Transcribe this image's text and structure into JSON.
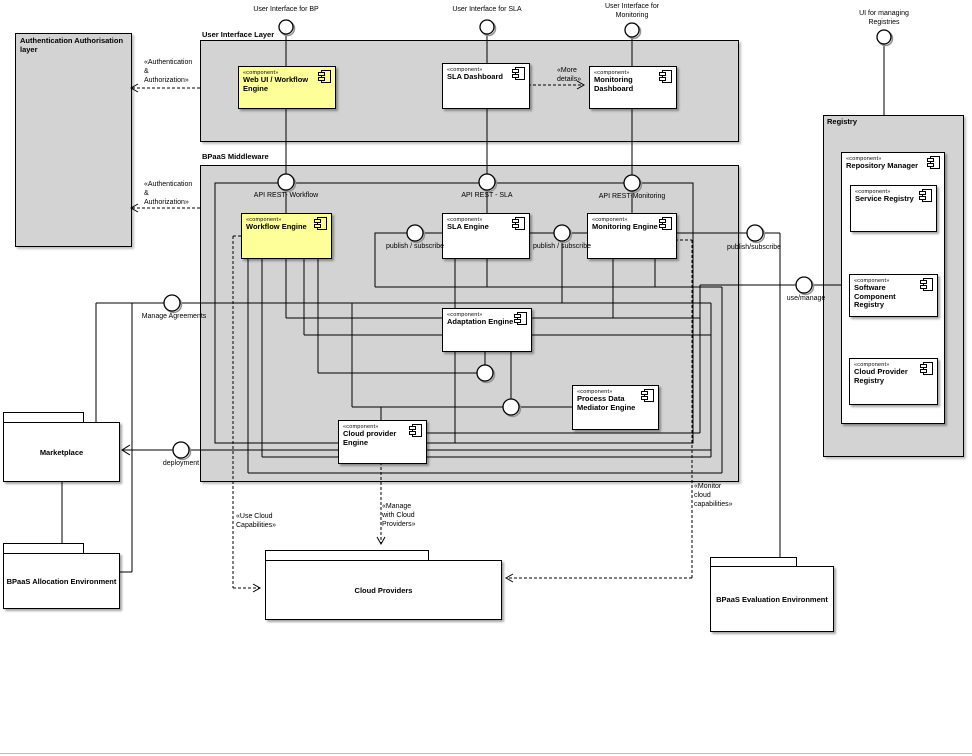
{
  "colors": {
    "component_yellow": "#ffff99",
    "container_gray": "#d3d3d3",
    "line": "#000000"
  },
  "stereotype": "«component»",
  "ports": {
    "ui_bp": "User Interface for BP",
    "ui_sla": "User Interface for SLA",
    "ui_monitoring": "User Interface for\nMonitoring",
    "ui_registries": "UI for managing\nRegistries"
  },
  "containers": {
    "auth": "Authentication Authorisation layer",
    "ui_layer": "User Interface Layer",
    "middleware": "BPaaS Middleware",
    "registry": "Registry"
  },
  "components": {
    "web_ui": "Web UI / Workflow Engine",
    "sla_dashboard": "SLA Dashboard",
    "monitoring_dashboard": "Monitoring Dashboard",
    "workflow_engine": "Workflow Engine",
    "sla_engine": "SLA Engine",
    "monitoring_engine": "Monitoring Engine",
    "adaptation_engine": "Adaptation Engine",
    "process_data_mediator": "Process Data Mediator Engine",
    "cloud_provider_engine": "Cloud provider Engine",
    "repository_manager": "Repository Manager",
    "service_registry": "Service Registry",
    "software_component_registry": "Software Component Registry",
    "cloud_provider_registry": "Cloud Provider Registry"
  },
  "interfaces": {
    "api_workflow": "API REST- Workflow",
    "api_sla": "API REST - SLA",
    "api_monitoring": "API REST-Monitoring",
    "publish_subscribe_1": "publish / subscribe",
    "publish_subscribe_2": "publish / subscribe",
    "publish_subscribe_3": "publish/subscribe",
    "use_manage": "use/manage",
    "manage_agreements": "Manage Agreements",
    "deployment": "deployment"
  },
  "packages": {
    "marketplace": "Marketplace",
    "allocation": "BPaaS Allocation Environment",
    "cloud_providers": "Cloud Providers",
    "evaluation": "BPaaS Evaluation Environment"
  },
  "annotations": {
    "auth_authorization": "«Authentication\n&\nAuthorization»",
    "more_details": "«More\ndetails»",
    "use_cloud": "«Use Cloud\nCapabilities»",
    "manage_with_cloud": "«Manage\nwith Cloud\nProviders»",
    "monitor_cloud": "«Monitor\ncloud\ncapabilities»"
  }
}
